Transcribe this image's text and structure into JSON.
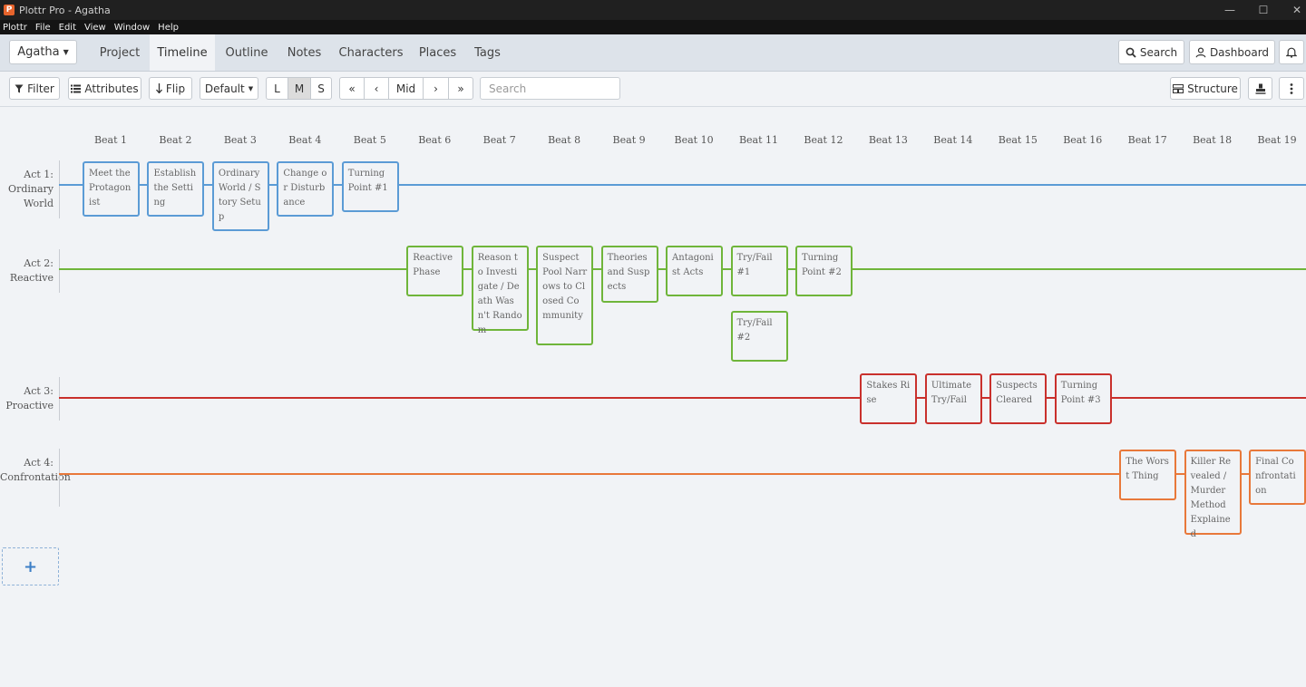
{
  "window": {
    "title": "Plottr Pro - Agatha",
    "controls": [
      "—",
      "☐",
      "✕"
    ]
  },
  "menu": [
    "Plottr",
    "File",
    "Edit",
    "View",
    "Window",
    "Help"
  ],
  "nav": {
    "project_dropdown": "Agatha",
    "tabs": [
      "Project",
      "Timeline",
      "Outline",
      "Notes",
      "Characters",
      "Places",
      "Tags"
    ],
    "active_tab": "Timeline",
    "search_label": "Search",
    "dashboard_label": "Dashboard"
  },
  "toolbar": {
    "filter": "Filter",
    "attributes": "Attributes",
    "flip": "Flip",
    "default": "Default",
    "size_options": [
      "L",
      "M",
      "S"
    ],
    "size_selected": "M",
    "scroll_options": [
      "«",
      "‹",
      "Mid",
      "›",
      "»"
    ],
    "search_placeholder": "Search",
    "structure": "Structure"
  },
  "colors": {
    "act1": "#5b9bd5",
    "act2": "#6fb53a",
    "act3": "#c9302c",
    "act4": "#e8783a"
  },
  "beats": [
    "Beat 1",
    "Beat 2",
    "Beat 3",
    "Beat 4",
    "Beat 5",
    "Beat 6",
    "Beat 7",
    "Beat 8",
    "Beat 9",
    "Beat 10",
    "Beat 11",
    "Beat 12",
    "Beat 13",
    "Beat 14",
    "Beat 15",
    "Beat 16",
    "Beat 17",
    "Beat 18",
    "Beat 19"
  ],
  "acts": [
    {
      "label": "Act 1: Ordinary World",
      "color": "act1",
      "cards": [
        {
          "beat": 1,
          "row": 0,
          "text": "Meet the Protagonist"
        },
        {
          "beat": 2,
          "row": 0,
          "text": "Establish the Setting"
        },
        {
          "beat": 3,
          "row": 0,
          "text": "Ordinary World / Story Setup"
        },
        {
          "beat": 4,
          "row": 0,
          "text": "Change or Disturbance"
        },
        {
          "beat": 5,
          "row": 0,
          "text": "Turning Point #1"
        }
      ]
    },
    {
      "label": "Act 2: Reactive",
      "color": "act2",
      "cards": [
        {
          "beat": 6,
          "row": 0,
          "text": "Reactive Phase"
        },
        {
          "beat": 7,
          "row": 0,
          "text": "Reason to Investigate / Death Wasn't Random"
        },
        {
          "beat": 8,
          "row": 0,
          "text": "Suspect Pool Narrows to Closed Community"
        },
        {
          "beat": 9,
          "row": 0,
          "text": "Theories and Suspects"
        },
        {
          "beat": 10,
          "row": 0,
          "text": "Antagonist Acts"
        },
        {
          "beat": 11,
          "row": 0,
          "text": "Try/Fail #1"
        },
        {
          "beat": 12,
          "row": 0,
          "text": "Turning Point #2"
        },
        {
          "beat": 11,
          "row": 1,
          "text": "Try/Fail #2"
        }
      ]
    },
    {
      "label": "Act 3: Proactive",
      "color": "act3",
      "cards": [
        {
          "beat": 13,
          "row": 0,
          "text": "Stakes Rise"
        },
        {
          "beat": 14,
          "row": 0,
          "text": "Ultimate Try/Fail"
        },
        {
          "beat": 15,
          "row": 0,
          "text": "Suspects Cleared"
        },
        {
          "beat": 16,
          "row": 0,
          "text": "Turning Point #3"
        }
      ]
    },
    {
      "label": "Act 4: Confrontation",
      "color": "act4",
      "cards": [
        {
          "beat": 17,
          "row": 0,
          "text": "The Worst Thing"
        },
        {
          "beat": 18,
          "row": 0,
          "text": "Killer Revealed / Murder Method Explained"
        },
        {
          "beat": 19,
          "row": 0,
          "text": "Final Confrontation"
        }
      ]
    }
  ],
  "add_lane_icon": "+"
}
